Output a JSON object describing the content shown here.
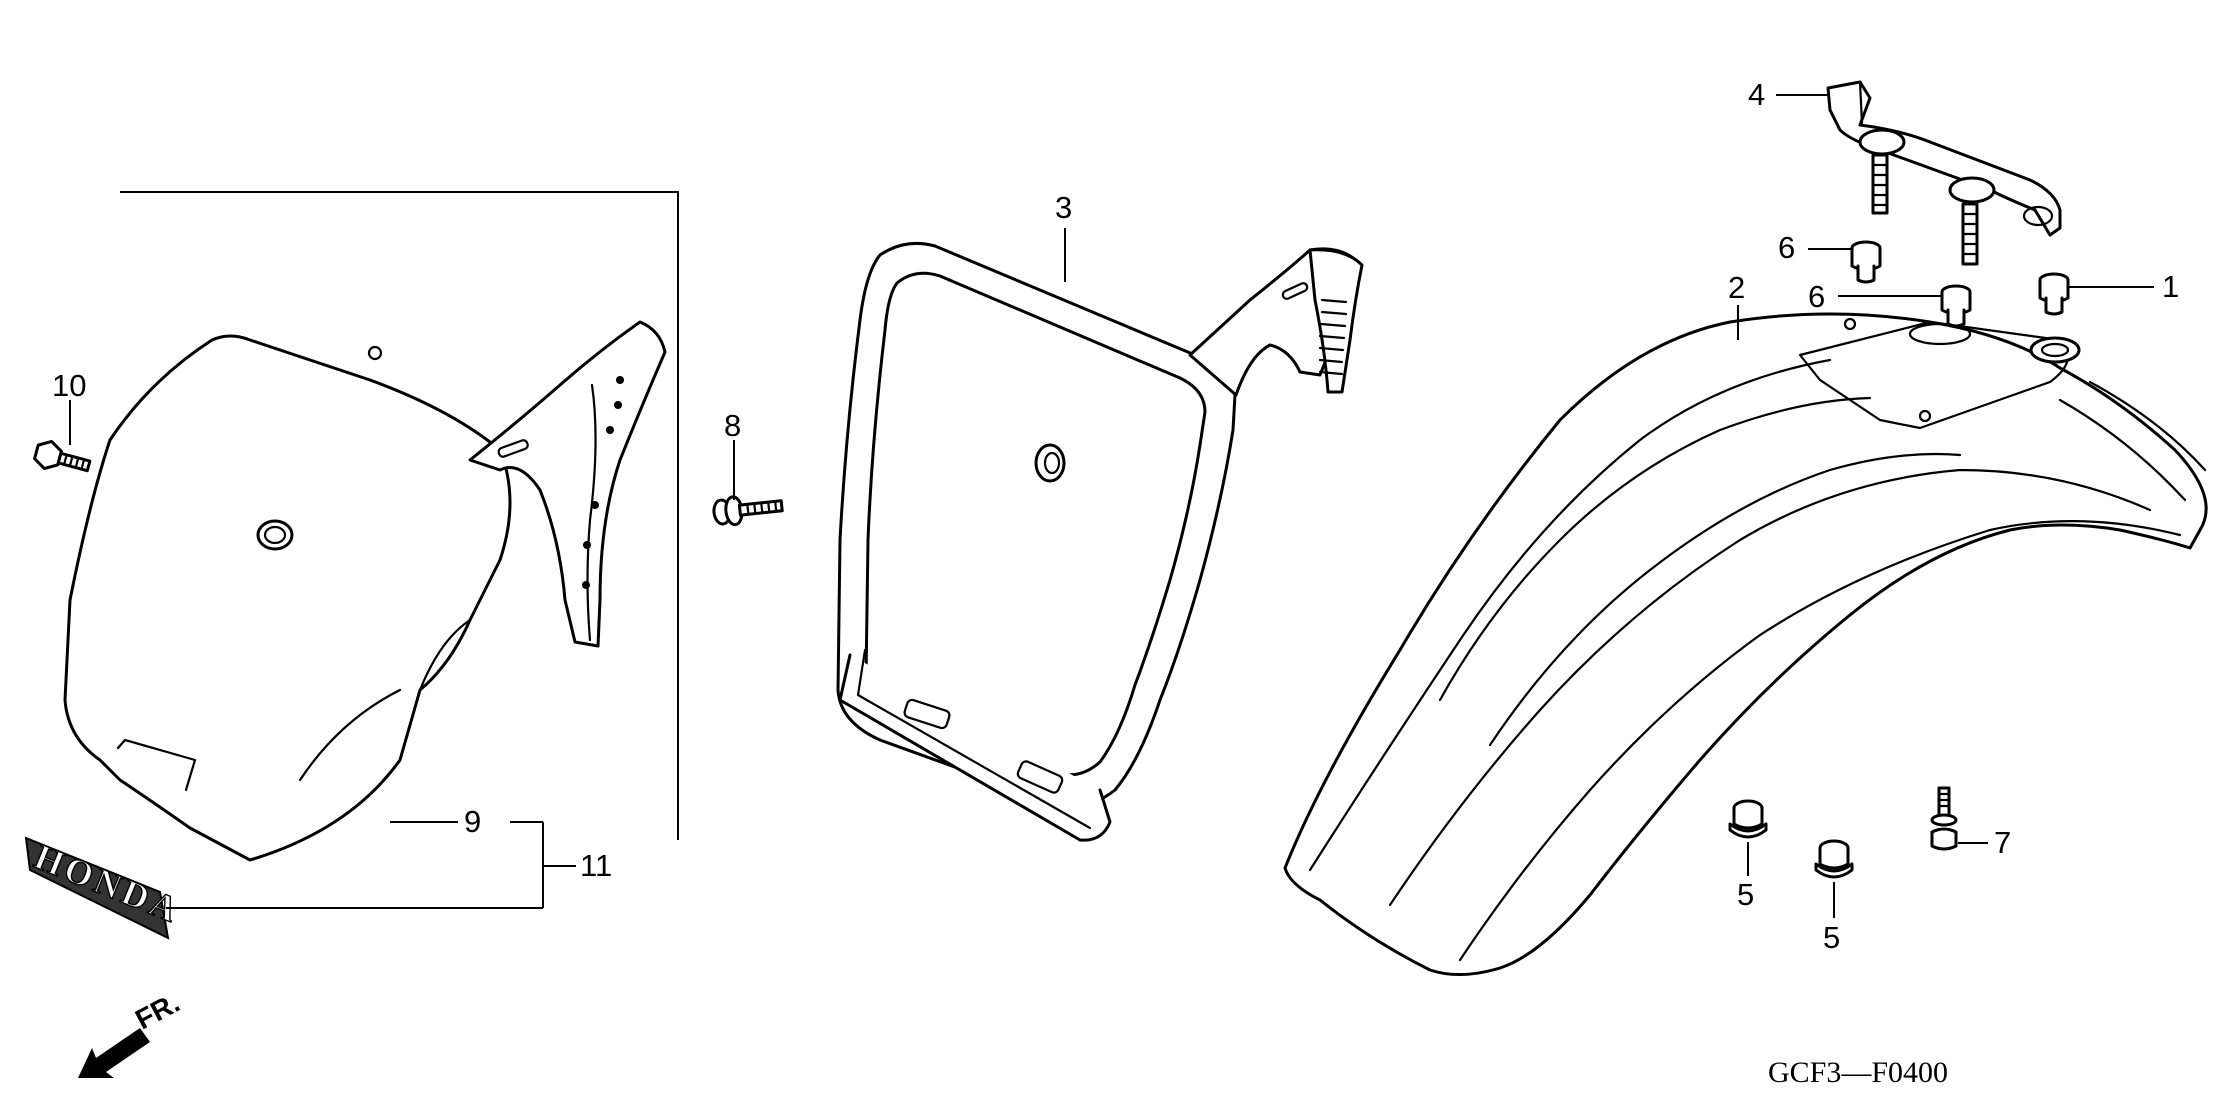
{
  "callouts": {
    "c1": "1",
    "c2": "2",
    "c3": "3",
    "c4": "4",
    "c5a": "5",
    "c5b": "5",
    "c6a": "6",
    "c6b": "6",
    "c7": "7",
    "c8": "8",
    "c9": "9",
    "c10": "10",
    "c11": "11"
  },
  "emblem_text": "HONDA",
  "direction_label": "FR.",
  "diagram_code": "GCF3—F0400"
}
